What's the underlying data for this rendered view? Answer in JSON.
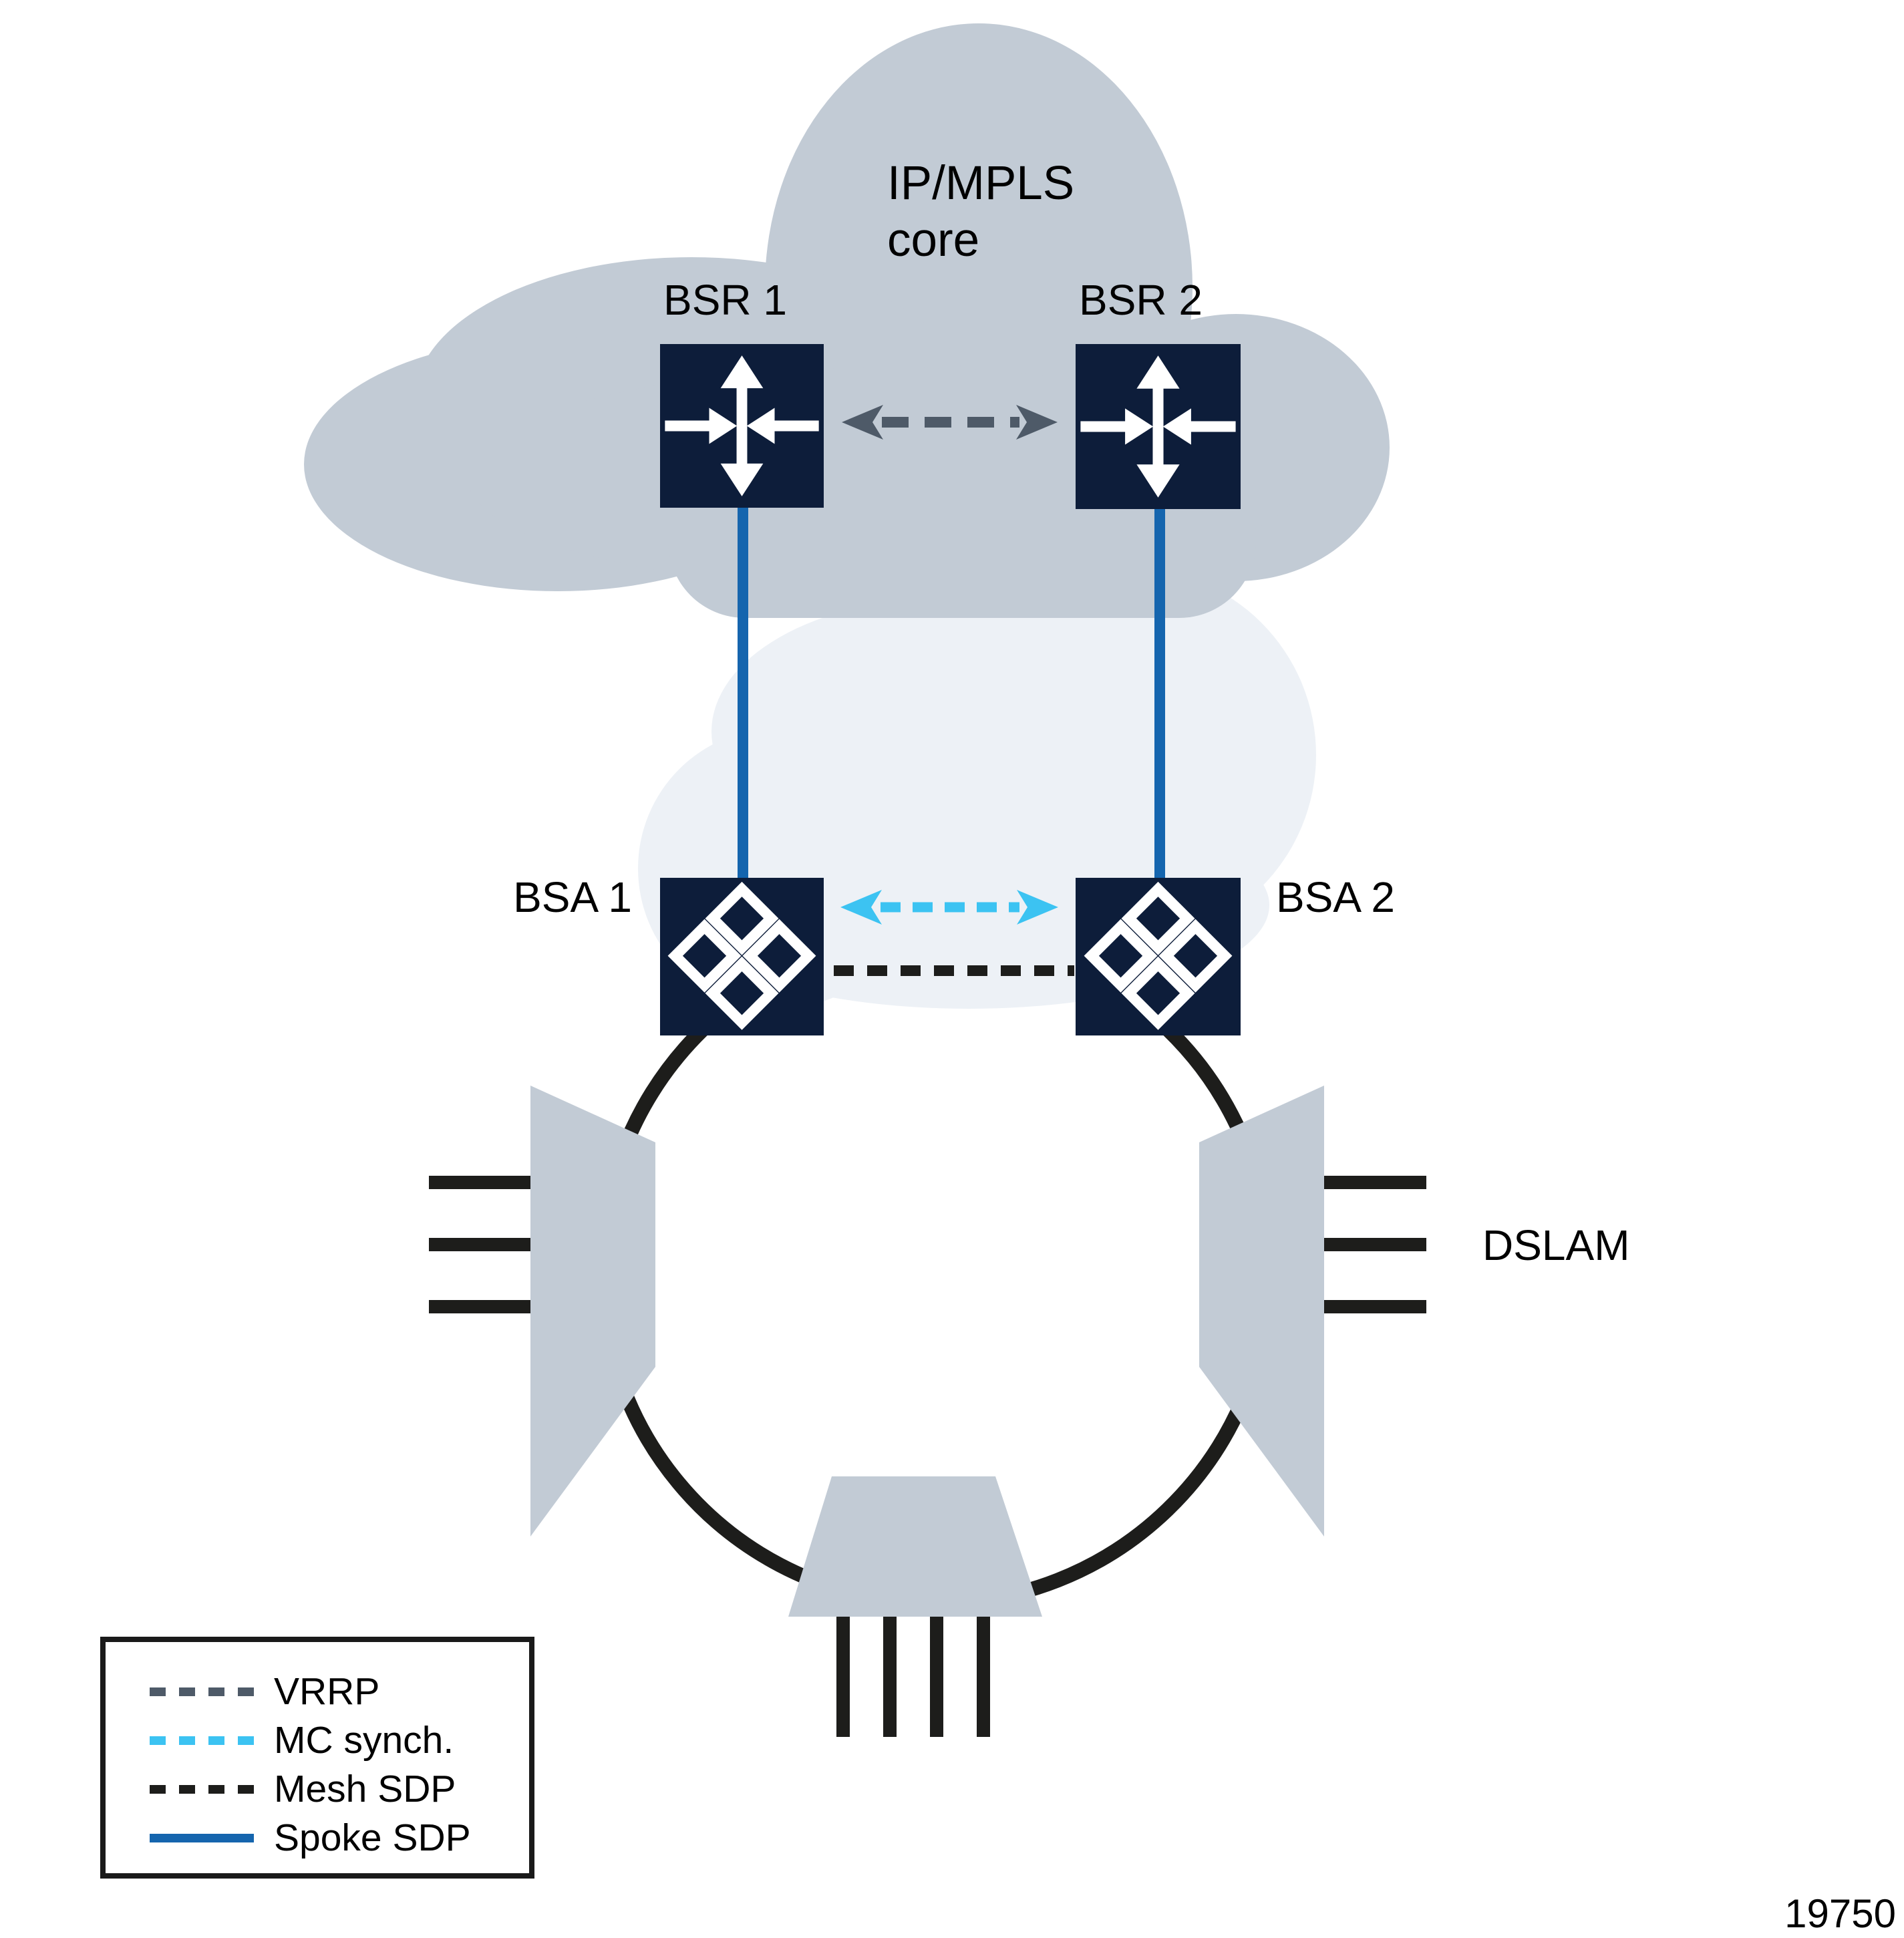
{
  "colors": {
    "navy": "#0d1d3a",
    "cloud": "#c2cbd5",
    "cloud-light": "#edf1f6",
    "black": "#1d1d1b",
    "blue": "#1565ae",
    "cyan": "#3cc3f2",
    "vrrp": "#4e5a68",
    "text": "#000000"
  },
  "core_cloud": {
    "line1": "IP/MPLS",
    "line2": "core"
  },
  "nodes": {
    "bsr1": {
      "label": "BSR 1",
      "icon": "router-icon"
    },
    "bsr2": {
      "label": "BSR 2",
      "icon": "router-icon"
    },
    "bsa1": {
      "label": "BSA 1",
      "icon": "aggregation-switch-icon"
    },
    "bsa2": {
      "label": "BSA 2",
      "icon": "aggregation-switch-icon"
    }
  },
  "dslam": {
    "label": "DSLAM"
  },
  "legend": {
    "items": [
      {
        "label": "VRRP",
        "style": "dashed",
        "color": "#4e5a68"
      },
      {
        "label": "MC synch.",
        "style": "dashed",
        "color": "#3cc3f2"
      },
      {
        "label": "Mesh SDP",
        "style": "dashed",
        "color": "#1d1d1b"
      },
      {
        "label": "Spoke SDP",
        "style": "solid",
        "color": "#1565ae"
      }
    ]
  },
  "figure_number": "19750"
}
